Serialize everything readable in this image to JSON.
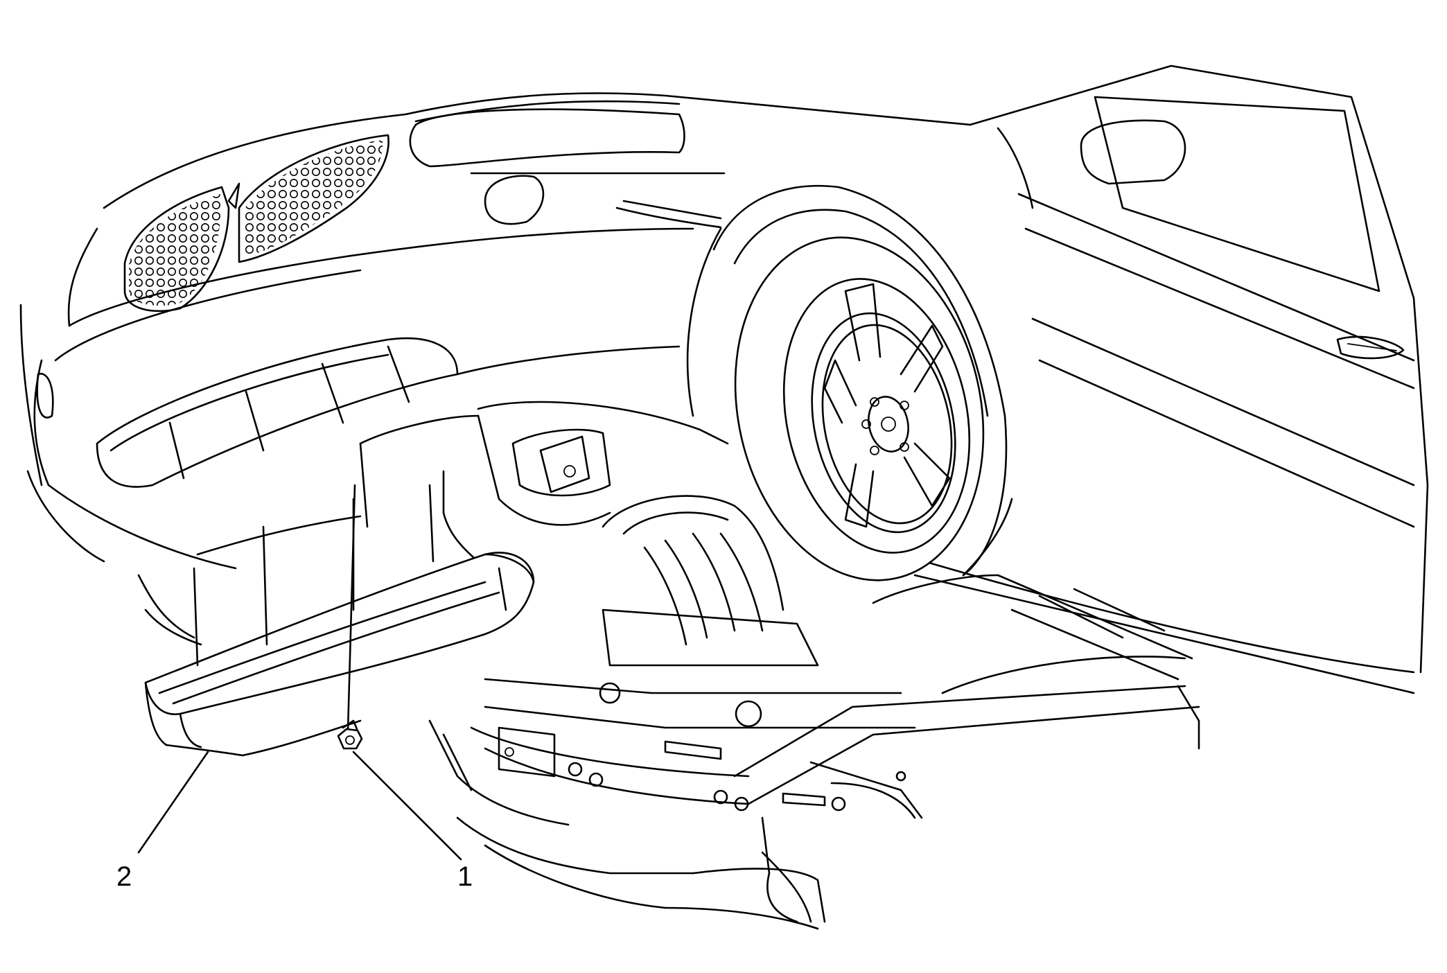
{
  "diagram": {
    "callouts": [
      {
        "id": "1",
        "label": "1",
        "part": "fastener-bolt"
      },
      {
        "id": "2",
        "label": "2",
        "part": "front-air-deflector"
      }
    ],
    "colors": {
      "line": "#000000",
      "background": "#ffffff"
    }
  }
}
